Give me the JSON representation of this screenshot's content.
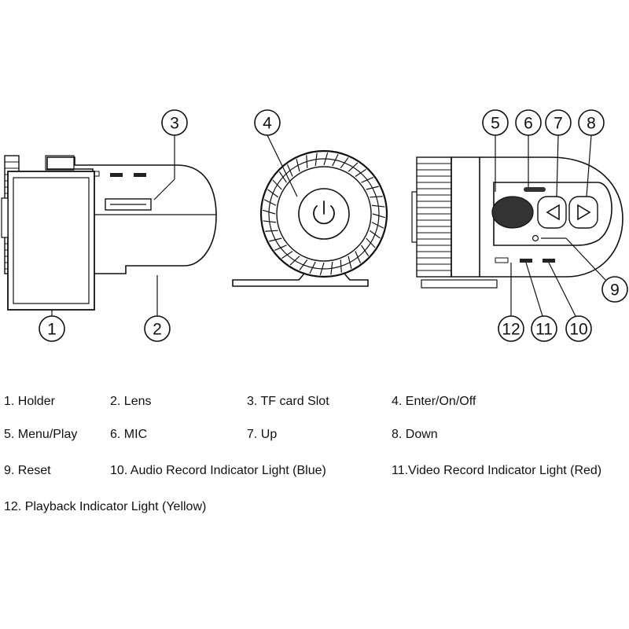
{
  "callouts": [
    "1",
    "2",
    "3",
    "4",
    "5",
    "6",
    "7",
    "8",
    "9",
    "10",
    "11",
    "12"
  ],
  "legend": [
    "1. Holder",
    "2. Lens",
    "3. TF card Slot",
    "4. Enter/On/Off",
    "5. Menu/Play",
    "6. MIC",
    "7. Up",
    "8. Down",
    "9. Reset",
    "10. Audio Record Indicator Light (Blue)",
    "11.Video Record Indicator Light (Red)",
    "12. Playback Indicator Light (Yellow)"
  ],
  "icons": [
    "power-icon",
    "left-arrow-icon",
    "right-arrow-icon"
  ]
}
